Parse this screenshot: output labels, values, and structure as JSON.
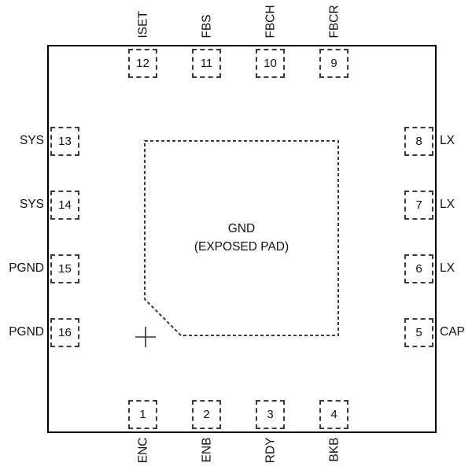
{
  "diagram": {
    "type": "ic-pinout",
    "exposed_pad": {
      "label_line1": "GND",
      "label_line2": "(EXPOSED PAD)"
    },
    "colors": {
      "background": "#ffffff",
      "line": "#000000",
      "dashed": "#3a3a3a",
      "text": "#111111"
    },
    "icons": {
      "pin1_marker": "crosshair-plus"
    }
  },
  "pins": {
    "top": [
      {
        "num": "12",
        "name": "ISET"
      },
      {
        "num": "11",
        "name": "FBS"
      },
      {
        "num": "10",
        "name": "FBCH"
      },
      {
        "num": "9",
        "name": "FBCR"
      }
    ],
    "left": [
      {
        "num": "13",
        "name": "SYS"
      },
      {
        "num": "14",
        "name": "SYS"
      },
      {
        "num": "15",
        "name": "PGND"
      },
      {
        "num": "16",
        "name": "PGND"
      }
    ],
    "right": [
      {
        "num": "8",
        "name": "LX"
      },
      {
        "num": "7",
        "name": "LX"
      },
      {
        "num": "6",
        "name": "LX"
      },
      {
        "num": "5",
        "name": "CAP"
      }
    ],
    "bottom": [
      {
        "num": "1",
        "name": "ENC"
      },
      {
        "num": "2",
        "name": "ENB"
      },
      {
        "num": "3",
        "name": "RDY"
      },
      {
        "num": "4",
        "name": "BKB"
      }
    ]
  }
}
